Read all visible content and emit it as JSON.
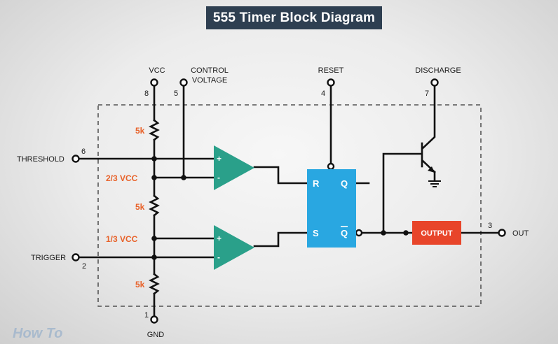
{
  "title": "555 Timer Block Diagram",
  "pins": {
    "vcc": {
      "label": "VCC",
      "number": "8"
    },
    "control_voltage": {
      "label_line1": "CONTROL",
      "label_line2": "VOLTAGE",
      "number": "5"
    },
    "reset": {
      "label": "RESET",
      "number": "4"
    },
    "discharge": {
      "label": "DISCHARGE",
      "number": "7"
    },
    "threshold": {
      "label": "THRESHOLD",
      "number": "6"
    },
    "trigger": {
      "label": "TRIGGER",
      "number": "2"
    },
    "gnd": {
      "label": "GND",
      "number": "1"
    },
    "out": {
      "label": "OUT",
      "number": "3"
    }
  },
  "resistors": [
    "5k",
    "5k",
    "5k"
  ],
  "voltage_taps": {
    "upper": "2/3 VCC",
    "lower": "1/3 VCC"
  },
  "comparator": {
    "plus": "+",
    "minus": "-"
  },
  "flip_flop": {
    "r": "R",
    "s": "S",
    "q": "Q",
    "qbar": "Q"
  },
  "output_block": "OUTPUT",
  "watermark": "How To",
  "colors": {
    "title_bg": "#2e3f51",
    "comparator": "#2aa08a",
    "flip_flop": "#29a7e1",
    "output_block": "#e8452a",
    "orange_labels": "#e8622a",
    "wire": "#111111"
  }
}
